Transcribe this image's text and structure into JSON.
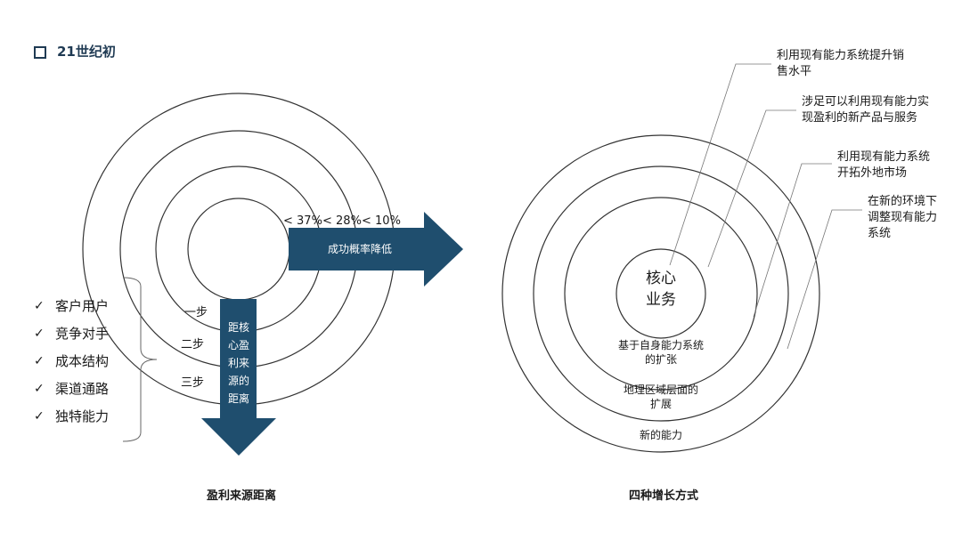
{
  "header": {
    "title": "21世纪初"
  },
  "left_diagram": {
    "thresholds": [
      "< 37%",
      "< 28%",
      "< 10%"
    ],
    "right_arrow_label": "成功概率降低",
    "down_arrow_label": [
      "距核",
      "心盈",
      "利来",
      "源的",
      "距离"
    ],
    "steps": [
      "一步",
      "二步",
      "三步"
    ],
    "checklist": [
      "客户用户",
      "竞争对手",
      "成本结构",
      "渠道通路",
      "独特能力"
    ],
    "caption": "盈利来源距离"
  },
  "right_diagram": {
    "core": [
      "核心",
      "业务"
    ],
    "ring_labels": [
      [
        "基于自身能力系统",
        "的扩张"
      ],
      [
        "地理区域层面的",
        "扩展"
      ],
      [
        "新的能力"
      ]
    ],
    "callouts": [
      [
        "利用现有能力系统提升销",
        "售水平"
      ],
      [
        "涉足可以利用现有能力实",
        "现盈利的新产品与服务"
      ],
      [
        "利用现有能力系统",
        "开拓外地市场"
      ],
      [
        "在新的环境下",
        "调整现有能力",
        "系统"
      ]
    ],
    "caption": "四种增长方式"
  },
  "colors": {
    "accent": "#1f4e6e",
    "title": "#1f3a53"
  },
  "icons": [
    "square-bullet-icon",
    "check-icon"
  ]
}
